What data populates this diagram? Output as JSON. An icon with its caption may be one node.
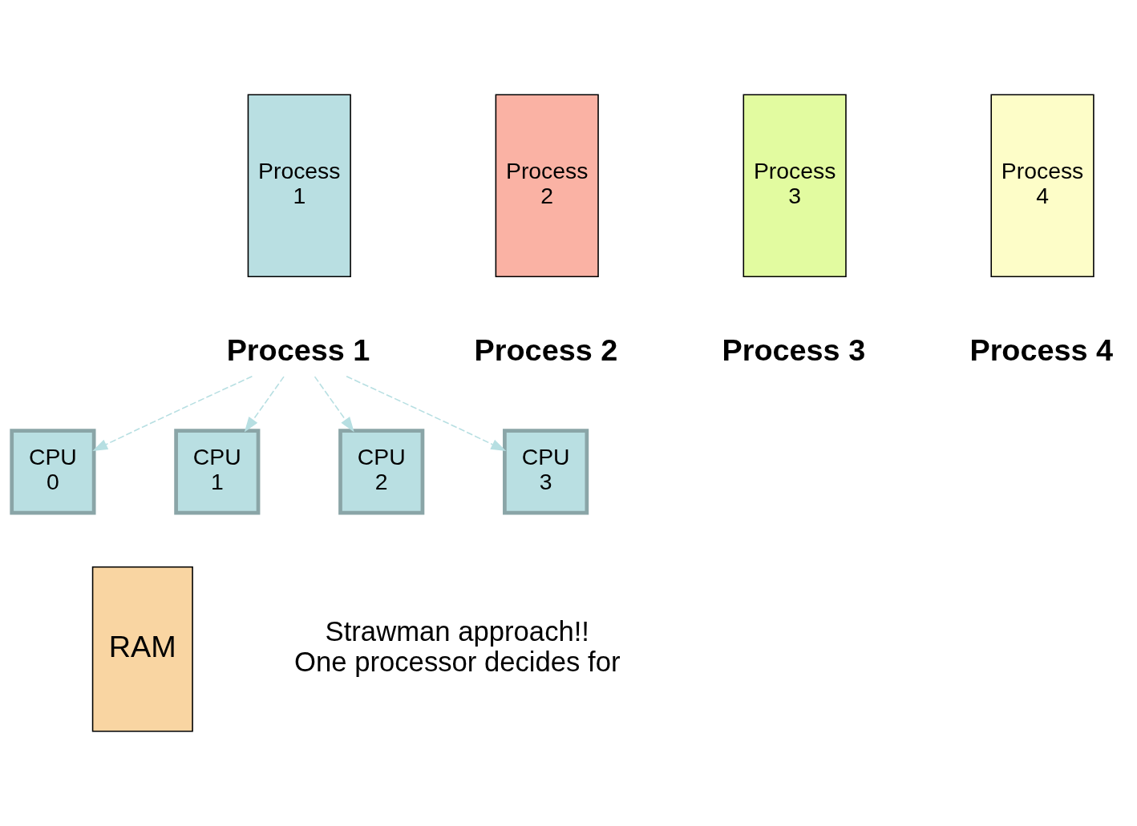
{
  "diagram": {
    "nodes": [
      {
        "text": [
          "Process 1"
        ]
      },
      {
        "text": [
          "Process 2"
        ]
      },
      {
        "text": [
          "Process 3"
        ]
      },
      {
        "text": [
          "Process 4"
        ]
      },
      {
        "text": [
          "Process 1"
        ]
      },
      {
        "text": [
          "CPU 0"
        ]
      },
      {
        "text": [
          "CPU 1"
        ]
      },
      {
        "text": [
          "CPU 2"
        ]
      },
      {
        "text": [
          "CPU 3"
        ]
      },
      {
        "text": [
          "RAM"
        ]
      }
    ],
    "edges": [
      {
        "from": 4,
        "to": 5,
        "arrow": "to",
        "style": "dashed",
        "color": "#b7dfe2"
      },
      {
        "from": 4,
        "to": 6,
        "arrow": "to",
        "style": "dashed",
        "color": "#b7dfe2"
      },
      {
        "from": 4,
        "to": 7,
        "arrow": "to",
        "style": "dashed",
        "color": "#b7dfe2"
      },
      {
        "from": 4,
        "to": 8,
        "arrow": "to",
        "style": "dashed",
        "color": "#b7dfe2"
      }
    ],
    "labels": [
      "Process 2",
      "Process 3",
      "Process 4",
      "Strawman approach!! One processor decides for"
    ]
  }
}
